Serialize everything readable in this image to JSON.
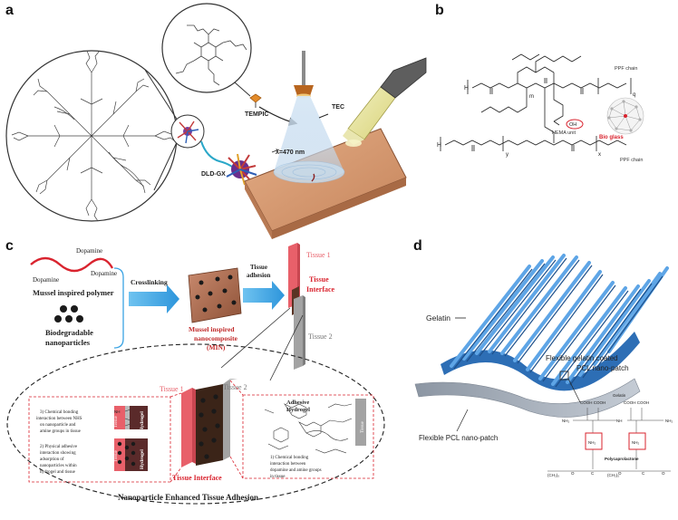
{
  "panels": {
    "a": {
      "letter": "a",
      "tempic_label": "TEMPIC",
      "tec_label": "TEC",
      "dldgx_label": "DLD-GX",
      "wavelength_label": "λ=470 nm"
    },
    "b": {
      "letter": "b",
      "ppf_chain_top": "PPF chain",
      "ppf_chain_bottom": "PPF chain",
      "hema_unit": "HEMA unit",
      "bio_glass": "Bio glass",
      "sub_m": "m",
      "sub_q": "q",
      "sub_y": "y",
      "sub_x": "x",
      "h_left_top": "H",
      "h_left_bottom": "H",
      "oh_label": "OH"
    },
    "c": {
      "letter": "c",
      "dopamine_1": "Dopamine",
      "dopamine_2": "Dopamine",
      "dopamine_3": "Dopamine",
      "mussel_polymer": "Mussel inspired polymer",
      "biodegradable_1": "Biodegradable",
      "biodegradable_2": "nanoparticles",
      "crosslinking": "Crosslinking",
      "tissue_adhesion_1": "Tissue",
      "tissue_adhesion_2": "adhesion",
      "tissue1_top": "Tissue 1",
      "tissue_interface_1": "Tissue",
      "tissue_interface_2": "Interface",
      "tissue2_top": "Tissue 2",
      "min_1": "Mussel inspired",
      "min_2": "nanocomposite",
      "min_3": "(MIN)",
      "tissue1_bottom": "Tissue 1",
      "tissue2_bottom": "Tissue 2",
      "tissue_interface_bottom": "Tissue Interface",
      "adhesive_hydrogel_1": "Adhesive",
      "adhesive_hydrogel_2": "Hydrogel",
      "note3_1": "3) Chemical bonding",
      "note3_2": "interaction between NHS",
      "note3_3": "on nanoparticle and",
      "note3_4": "amine groups in tissue",
      "note2_1": "2) Physical adhesive",
      "note2_2": "interaction showing",
      "note2_3": "adsorption of",
      "note2_4": "nanoparticles within",
      "note2_5": "hydrogel and tissue",
      "note1_1": "1) Chemical bonding",
      "note1_2": "interaction between",
      "note1_3": "dopamine and amine groups",
      "note1_4": "in tissue",
      "tissue_tag_1": "Tissue",
      "hydrogel_tag_1": "Hydrogel",
      "tissue_tag_2": "Tissue",
      "hydrogel_tag_2": "Hydrogel",
      "tissue_tag_3": "Tissue",
      "nh_label": "NH",
      "footer": "Nanoparticle Enhanced Tissue Adhesion"
    },
    "d": {
      "letter": "d",
      "gelatin": "Gelatin",
      "flexible_coated_1": "Flexible gelatin coated",
      "flexible_coated_2": "PCL nano-patch",
      "flexible_pcl": "Flexible PCL nano-patch",
      "chem_gelatin": "Gelatin",
      "chem_cooh_1": "COOH COOH",
      "chem_cooh_2": "COOH COOH",
      "chem_nh2_left": "NH₂",
      "chem_nh_mid": "NH",
      "chem_nh2_right": "NH₂",
      "chem_nh2_box1": "NH₂",
      "chem_nh2_box2": "NH₂",
      "chem_polycaprolactone": "Polycaprolactone",
      "chem_ch2_1": "(CH₂)₅",
      "chem_ch2_2": "(CH₂)₅",
      "chem_o_1": "O",
      "chem_o_2": "O",
      "chem_c_1": "C",
      "chem_c_2": "C",
      "chem_o_3": "O"
    }
  },
  "colors": {
    "tissue_red": "#e8606a",
    "tissue_gray": "#9a9a9a",
    "arrow_blue": "#3aa3e3",
    "patch_blue": "#3b7fc4",
    "label_red": "#d9232e",
    "skin": "#d59a73"
  }
}
